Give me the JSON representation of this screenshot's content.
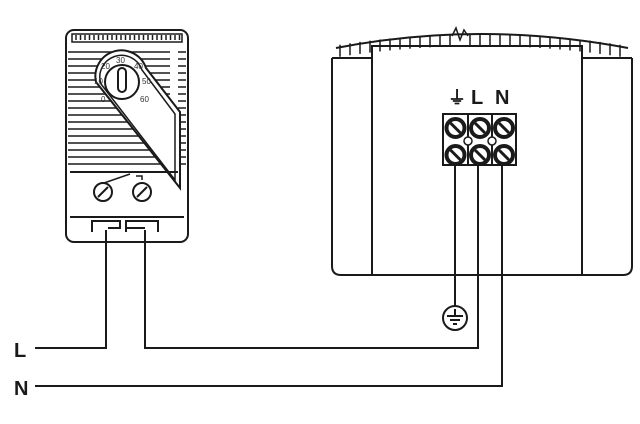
{
  "thermostat": {
    "dial_scale": [
      "0",
      "10",
      "20",
      "30",
      "40",
      "50",
      "60"
    ]
  },
  "heater": {
    "terminal_labels": {
      "earth": "⏚",
      "line": "L",
      "neutral": "N"
    }
  },
  "supply": {
    "line_label": "L",
    "neutral_label": "N"
  },
  "colors": {
    "line": "#1a1a1a",
    "background": "#ffffff"
  }
}
